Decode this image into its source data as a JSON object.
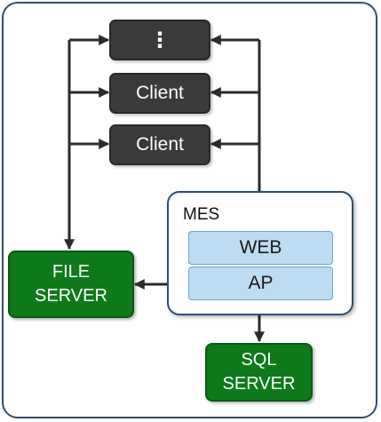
{
  "clients": [
    {
      "label": "⋮"
    },
    {
      "label": "Client"
    },
    {
      "label": "Client"
    }
  ],
  "mes": {
    "title": "MES",
    "layers": [
      {
        "label": "WEB"
      },
      {
        "label": "AP"
      }
    ]
  },
  "file_server": {
    "line1": "FILE",
    "line2": "SERVER"
  },
  "sql_server": {
    "line1": "SQL",
    "line2": "SERVER"
  },
  "colors": {
    "frame": "#2f4f6f",
    "client": "#3a3a3a",
    "server": "#0e7a1a",
    "layer": "#bcdcf2",
    "connector": "#2b2b2b"
  }
}
